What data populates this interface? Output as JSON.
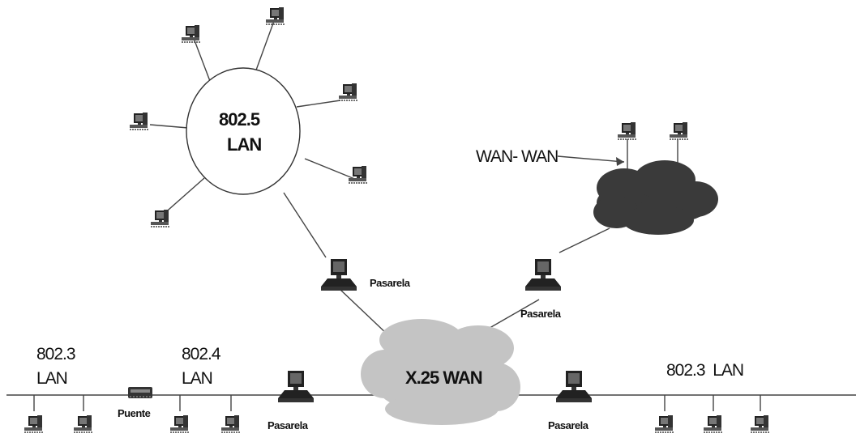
{
  "labels": {
    "ring_lan": [
      "802.5",
      "LAN"
    ],
    "wan_wan": "WAN- WAN",
    "gateway": "Pasarela",
    "bridge": "Puente",
    "x25": "X.25 WAN",
    "lan_8023_left": [
      "802.3",
      "LAN"
    ],
    "lan_8024": [
      "802.4",
      "LAN"
    ],
    "lan_8023_right": "802.3  LAN"
  },
  "icons": {
    "workstation": "computer-icon",
    "gateway": "gateway-computer-icon",
    "bridge": "bridge-icon",
    "cloud": "cloud-icon"
  },
  "colors": {
    "dark_cloud": "#3a3a3a",
    "light_cloud": "#c4c4c4",
    "line": "#444444"
  }
}
